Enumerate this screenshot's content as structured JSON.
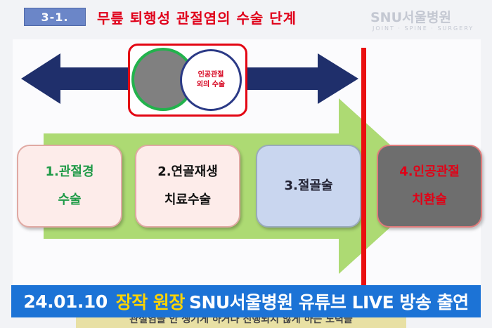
{
  "slide": {
    "badge": "3-1.",
    "title": "무릎 퇴행성 관절염의 수술 단계",
    "logo": {
      "text": "SNU서울병원",
      "sub": "JOINT · SPINE · SURGERY"
    },
    "circle_label_line1": "인공관절",
    "circle_label_line2": "외의 수술",
    "steps": [
      {
        "line1": "1.관절경",
        "line2": "수술"
      },
      {
        "line1": "2.연골재생",
        "line2": "치료수술"
      },
      {
        "line1": "3.절골술",
        "line2": ""
      },
      {
        "line1": "4.인공관절",
        "line2": "치환술"
      }
    ],
    "caption": "관절염을 안 생기게 하거나 진행되지 않게 하는 노력들"
  },
  "banner": {
    "date": "24.01.10",
    "highlight": "장작 원장",
    "rest": "SNU서울병원 유튜브 LIVE 방송 출연"
  },
  "colors": {
    "green_arrow": "#9fd35a",
    "navy_arrow": "#1f2f6b",
    "red": "#e30613",
    "banner_blue": "#1c73d6",
    "highlight_yellow": "#ffd400"
  }
}
